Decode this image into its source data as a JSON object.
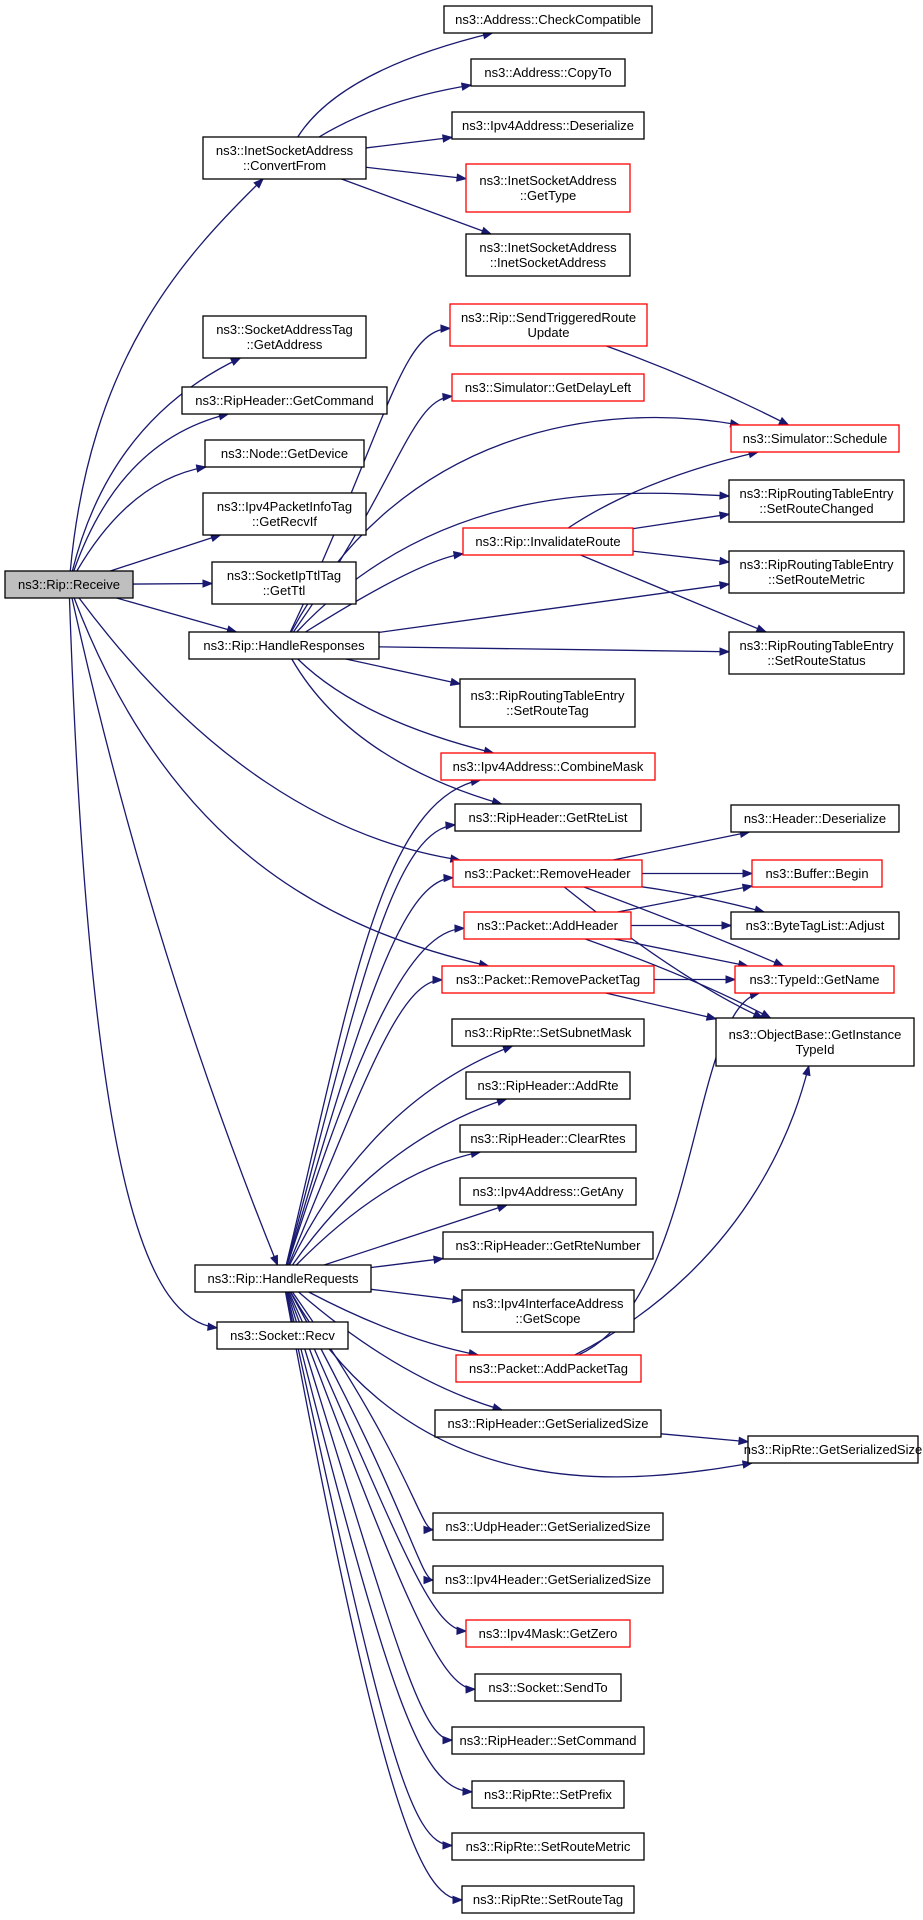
{
  "nodes": {
    "receive": {
      "lines": [
        "ns3::Rip::Receive"
      ]
    },
    "convert_from": {
      "lines": [
        "ns3::InetSocketAddress",
        "::ConvertFrom"
      ]
    },
    "check_compatible": {
      "lines": [
        "ns3::Address::CheckCompatible"
      ]
    },
    "address_copyto": {
      "lines": [
        "ns3::Address::CopyTo"
      ]
    },
    "ipv4address_deserialize": {
      "lines": [
        "ns3::Ipv4Address::Deserialize"
      ]
    },
    "inetsocket_gettype": {
      "lines": [
        "ns3::InetSocketAddress",
        "::GetType"
      ]
    },
    "inetsocket_ctor": {
      "lines": [
        "ns3::InetSocketAddress",
        "::InetSocketAddress"
      ]
    },
    "sockaddrtag_getaddress": {
      "lines": [
        "ns3::SocketAddressTag",
        "::GetAddress"
      ]
    },
    "ripheader_getcommand": {
      "lines": [
        "ns3::RipHeader::GetCommand"
      ]
    },
    "node_getdevice": {
      "lines": [
        "ns3::Node::GetDevice"
      ]
    },
    "pktinfotag_getrecvif": {
      "lines": [
        "ns3::Ipv4PacketInfoTag",
        "::GetRecvIf"
      ]
    },
    "socketipttltag_getttl": {
      "lines": [
        "ns3::SocketIpTtlTag",
        "::GetTtl"
      ]
    },
    "handle_responses": {
      "lines": [
        "ns3::Rip::HandleResponses"
      ]
    },
    "send_triggered": {
      "lines": [
        "ns3::Rip::SendTriggeredRoute",
        "Update"
      ]
    },
    "sim_getdelayleft": {
      "lines": [
        "ns3::Simulator::GetDelayLeft"
      ]
    },
    "sim_schedule": {
      "lines": [
        "ns3::Simulator::Schedule"
      ]
    },
    "rte_setroutechanged": {
      "lines": [
        "ns3::RipRoutingTableEntry",
        "::SetRouteChanged"
      ]
    },
    "invalidate_route": {
      "lines": [
        "ns3::Rip::InvalidateRoute"
      ]
    },
    "rte_setroutemetric": {
      "lines": [
        "ns3::RipRoutingTableEntry",
        "::SetRouteMetric"
      ]
    },
    "rte_setroutestatus": {
      "lines": [
        "ns3::RipRoutingTableEntry",
        "::SetRouteStatus"
      ]
    },
    "rte_setroutetag": {
      "lines": [
        "ns3::RipRoutingTableEntry",
        "::SetRouteTag"
      ]
    },
    "combine_mask": {
      "lines": [
        "ns3::Ipv4Address::CombineMask"
      ]
    },
    "get_rte_list": {
      "lines": [
        "ns3::RipHeader::GetRteList"
      ]
    },
    "header_deserialize": {
      "lines": [
        "ns3::Header::Deserialize"
      ]
    },
    "packet_removeheader": {
      "lines": [
        "ns3::Packet::RemoveHeader"
      ]
    },
    "buffer_begin": {
      "lines": [
        "ns3::Buffer::Begin"
      ]
    },
    "packet_addheader": {
      "lines": [
        "ns3::Packet::AddHeader"
      ]
    },
    "bytetaglist_adjust": {
      "lines": [
        "ns3::ByteTagList::Adjust"
      ]
    },
    "packet_removepackettag": {
      "lines": [
        "ns3::Packet::RemovePacketTag"
      ]
    },
    "typeid_getname": {
      "lines": [
        "ns3::TypeId::GetName"
      ]
    },
    "objectbase_getinstancetypeid": {
      "lines": [
        "ns3::ObjectBase::GetInstance",
        "TypeId"
      ]
    },
    "riprte_setsubnetmask": {
      "lines": [
        "ns3::RipRte::SetSubnetMask"
      ]
    },
    "ripheader_addrte": {
      "lines": [
        "ns3::RipHeader::AddRte"
      ]
    },
    "ripheader_clearrtes": {
      "lines": [
        "ns3::RipHeader::ClearRtes"
      ]
    },
    "ipv4address_getany": {
      "lines": [
        "ns3::Ipv4Address::GetAny"
      ]
    },
    "ripheader_getrtenumber": {
      "lines": [
        "ns3::RipHeader::GetRteNumber"
      ]
    },
    "handle_requests": {
      "lines": [
        "ns3::Rip::HandleRequests"
      ]
    },
    "ipv4ifaddr_getscope": {
      "lines": [
        "ns3::Ipv4InterfaceAddress",
        "::GetScope"
      ]
    },
    "socket_recv": {
      "lines": [
        "ns3::Socket::Recv"
      ]
    },
    "packet_addpackettag": {
      "lines": [
        "ns3::Packet::AddPacketTag"
      ]
    },
    "ripheader_getserializedsize": {
      "lines": [
        "ns3::RipHeader::GetSerializedSize"
      ]
    },
    "riprte_getserializedsize": {
      "lines": [
        "ns3::RipRte::GetSerializedSize"
      ]
    },
    "udpheader_getserializedsize": {
      "lines": [
        "ns3::UdpHeader::GetSerializedSize"
      ]
    },
    "ipv4header_getserializedsize": {
      "lines": [
        "ns3::Ipv4Header::GetSerializedSize"
      ]
    },
    "ipv4mask_getzero": {
      "lines": [
        "ns3::Ipv4Mask::GetZero"
      ]
    },
    "socket_sendto": {
      "lines": [
        "ns3::Socket::SendTo"
      ]
    },
    "ripheader_setcommand": {
      "lines": [
        "ns3::RipHeader::SetCommand"
      ]
    },
    "riprte_setprefix": {
      "lines": [
        "ns3::RipRte::SetPrefix"
      ]
    },
    "riprte_setroutemetric": {
      "lines": [
        "ns3::RipRte::SetRouteMetric"
      ]
    },
    "riprte_setroutetag": {
      "lines": [
        "ns3::RipRte::SetRouteTag"
      ]
    }
  },
  "colors": {
    "edge": "#191970",
    "node_border": "#000000",
    "node_border_incomplete": "#ff0000",
    "root_fill": "#bfbfbf",
    "node_fill": "#ffffff"
  }
}
